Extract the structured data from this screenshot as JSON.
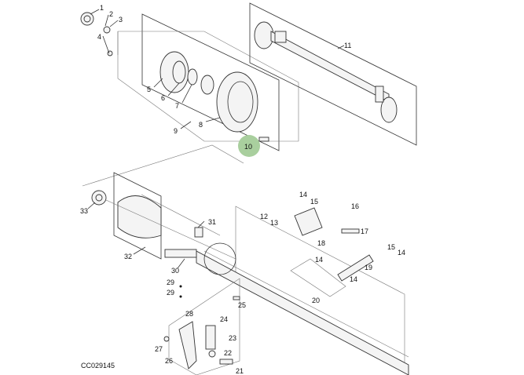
{
  "diagram": {
    "figure_id": "CC029145",
    "callouts": [
      "1",
      "2",
      "3",
      "4",
      "5",
      "6",
      "7",
      "8",
      "9",
      "10",
      "11",
      "12",
      "13",
      "14",
      "15",
      "16",
      "17",
      "18",
      "19",
      "15",
      "14",
      "14",
      "14",
      "20",
      "21",
      "22",
      "23",
      "24",
      "25",
      "26",
      "27",
      "28",
      "29",
      "29",
      "30",
      "31",
      "32",
      "33"
    ],
    "highlighted_callout": "10",
    "highlight_color": "#a9cf9e"
  }
}
